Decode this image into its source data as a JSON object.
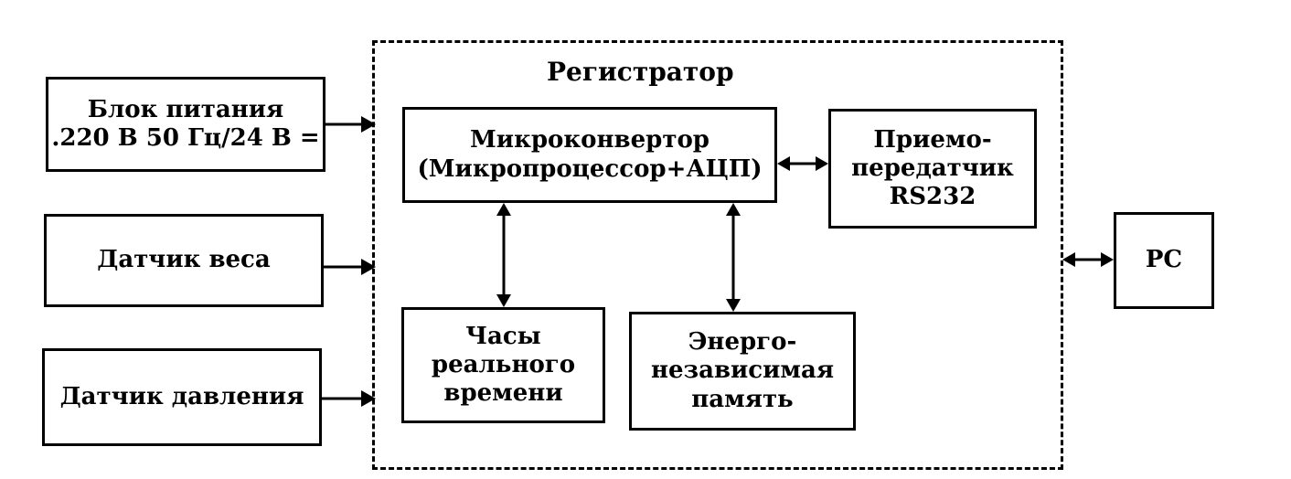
{
  "registrator": {
    "title": "Регистратор"
  },
  "blocks": {
    "power": {
      "line1": "Блок питания",
      "line2": ".220 В 50 Гц/24 В ="
    },
    "weight": {
      "label": "Датчик веса"
    },
    "pressure": {
      "label": "Датчик давления"
    },
    "mcu": {
      "line1": "Микроконвертор",
      "line2": "(Микропроцессор+АЦП)"
    },
    "transceiver": {
      "line1": "Приемо-",
      "line2": "передатчик",
      "line3": "RS232"
    },
    "clock": {
      "line1": "Часы",
      "line2": "реального",
      "line3": "времени"
    },
    "memory": {
      "line1": "Энерго-",
      "line2": "независимая",
      "line3": "память"
    },
    "pc": {
      "label": "PC"
    }
  }
}
